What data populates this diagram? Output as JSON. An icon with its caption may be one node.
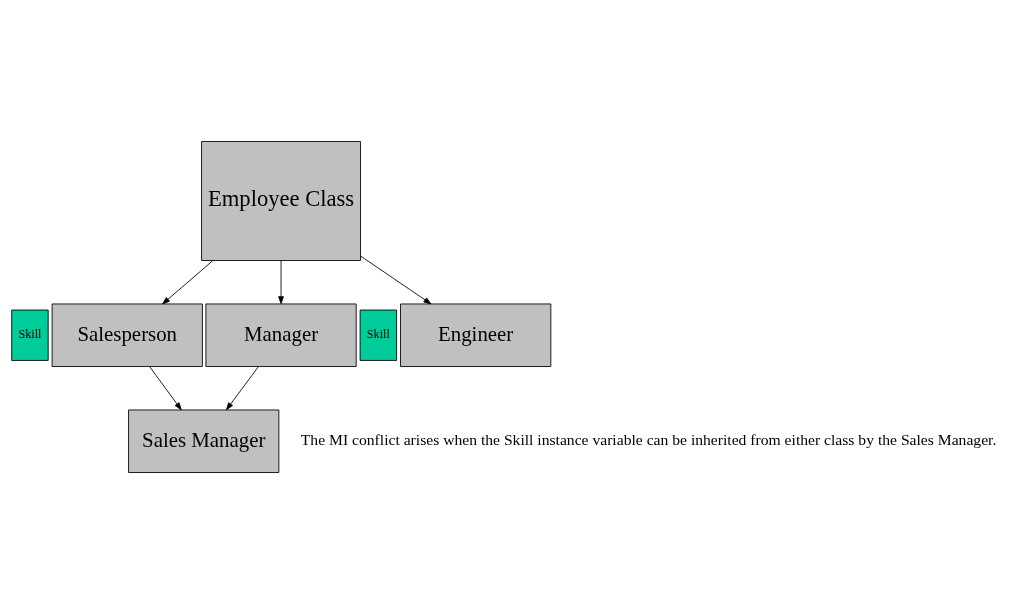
{
  "diagram": {
    "nodes": [
      {
        "text": [
          "Employee Class"
        ]
      },
      {
        "text": [
          "Skill"
        ]
      },
      {
        "text": [
          "Salesperson"
        ]
      },
      {
        "text": [
          "Manager"
        ]
      },
      {
        "text": [
          "Skill"
        ]
      },
      {
        "text": [
          "Engineer"
        ]
      },
      {
        "text": [
          "Sales Manager"
        ]
      }
    ],
    "edges": [
      {
        "from": 0,
        "to": 2,
        "arrow": "to"
      },
      {
        "from": 0,
        "to": 3,
        "arrow": "to"
      },
      {
        "from": 0,
        "to": 5,
        "arrow": "to"
      },
      {
        "from": 2,
        "to": 6,
        "arrow": "to"
      },
      {
        "from": 3,
        "to": 6,
        "arrow": "to"
      }
    ],
    "labels": [
      "The MI conflict arises when the Skill instance variable can be inherited from either class by the Sales Manager."
    ]
  }
}
